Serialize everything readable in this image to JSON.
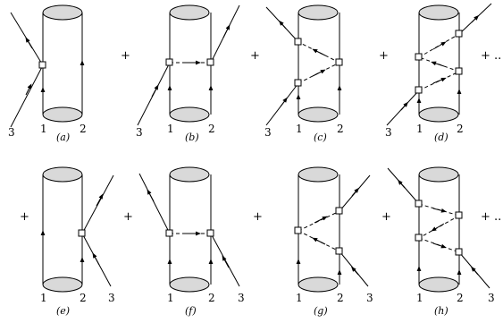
{
  "panels": [
    {
      "id": "a",
      "caption": "(a)",
      "labels": {
        "p1": "1",
        "p2": "2",
        "p3": "3"
      }
    },
    {
      "id": "b",
      "caption": "(b)",
      "labels": {
        "p1": "1",
        "p2": "2",
        "p3": "3"
      }
    },
    {
      "id": "c",
      "caption": "(c)",
      "labels": {
        "p1": "1",
        "p2": "2",
        "p3": "3"
      }
    },
    {
      "id": "d",
      "caption": "(d)",
      "labels": {
        "p1": "1",
        "p2": "2",
        "p3": "3"
      }
    },
    {
      "id": "e",
      "caption": "(e)",
      "labels": {
        "p1": "1",
        "p2": "2",
        "p3": "3"
      }
    },
    {
      "id": "f",
      "caption": "(f)",
      "labels": {
        "p1": "1",
        "p2": "2",
        "p3": "3"
      }
    },
    {
      "id": "g",
      "caption": "(g)",
      "labels": {
        "p1": "1",
        "p2": "2",
        "p3": "3"
      }
    },
    {
      "id": "h",
      "caption": "(h)",
      "labels": {
        "p1": "1",
        "p2": "2",
        "p3": "3"
      }
    }
  ],
  "operators": {
    "plus": "+",
    "ellipsis_row1": "+ ..",
    "ellipsis_row2": "+ .."
  },
  "colors": {
    "blob_fill": "#d9d9d9",
    "line": "#000000"
  }
}
